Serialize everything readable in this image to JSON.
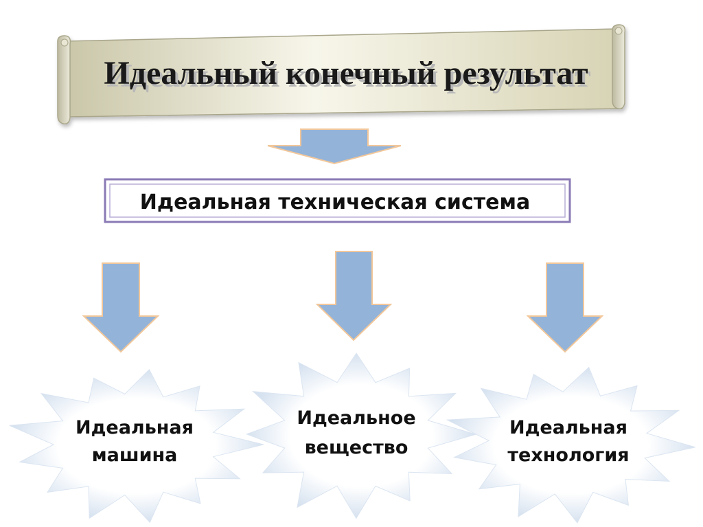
{
  "title": "Идеальный конечный результат",
  "system": "Идеальная техническая система",
  "items": [
    {
      "line1": "Идеальная",
      "line2": "машина"
    },
    {
      "line1": "Идеальное",
      "line2": "вещество"
    },
    {
      "line1": "Идеальная",
      "line2": "технология"
    }
  ],
  "colors": {
    "arrow_fill": "#93b3d9",
    "arrow_stroke": "#f2c79a",
    "system_border": "#8a7ab5",
    "scroll_light": "#f8f7ea",
    "scroll_dark": "#c9c5a5",
    "star_edge": "#c8d6e8"
  }
}
